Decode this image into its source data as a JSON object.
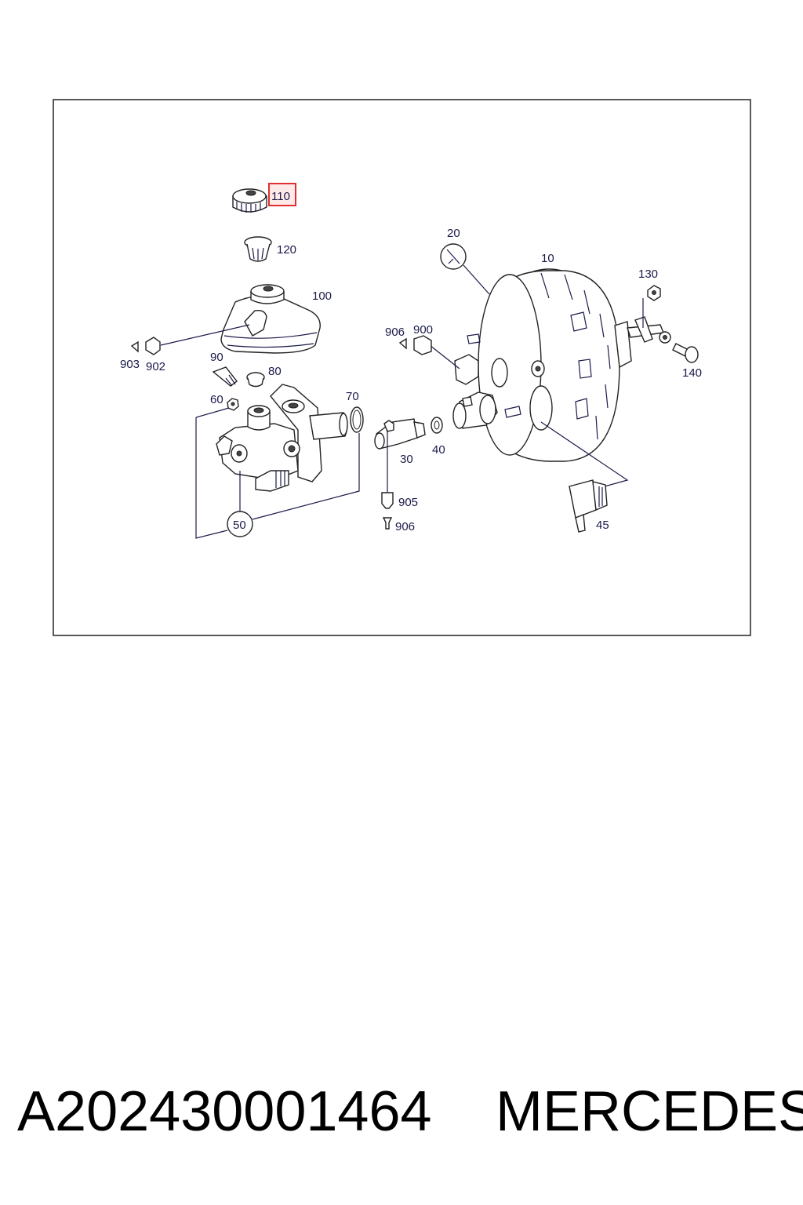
{
  "diagram": {
    "callouts": {
      "c10": "10",
      "c20": "20",
      "c30": "30",
      "c40": "40",
      "c45": "45",
      "c50": "50",
      "c60": "60",
      "c70": "70",
      "c80": "80",
      "c90": "90",
      "c100": "100",
      "c110": "110",
      "c120": "120",
      "c130": "130",
      "c140": "140",
      "c900": "900",
      "c902": "902",
      "c903": "903",
      "c905": "905",
      "c906a": "906",
      "c906b": "906"
    },
    "highlighted_callout": "110",
    "highlight_color": "#e03030",
    "line_color": "#1a1a4a"
  },
  "caption": {
    "part_number": "A202430001464",
    "brand": "MERCEDES"
  }
}
